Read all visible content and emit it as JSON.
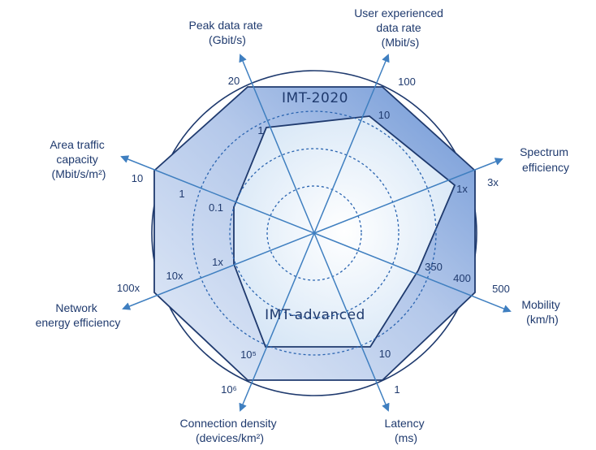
{
  "zones": {
    "outer_label": "IMT-2020",
    "inner_label": "IMT-advanced"
  },
  "axes": [
    {
      "id": "peak",
      "name_lines": [
        "Peak data rate",
        "(Gbit/s)"
      ],
      "outer_value": "20",
      "inner_value": "1"
    },
    {
      "id": "user",
      "name_lines": [
        "User experienced",
        "data rate",
        "(Mbit/s)"
      ],
      "outer_value": "100",
      "inner_value": "10"
    },
    {
      "id": "spectrum",
      "name_lines": [
        "Spectrum",
        "efficiency"
      ],
      "outer_value": "3x",
      "inner_value": "1x"
    },
    {
      "id": "mobility",
      "name_lines": [
        "Mobility",
        "(km/h)"
      ],
      "outer_value": "500",
      "mid_value": "400",
      "inner_value": "350"
    },
    {
      "id": "latency",
      "name_lines": [
        "Latency",
        "(ms)"
      ],
      "outer_value": "1",
      "inner_value": "10"
    },
    {
      "id": "connection",
      "name_lines": [
        "Connection density",
        "(devices/km²)"
      ],
      "outer_value": "10⁶",
      "inner_value": "10⁵"
    },
    {
      "id": "network",
      "name_lines": [
        "Network",
        "energy efficiency"
      ],
      "outer_value": "100x",
      "mid_value": "10x",
      "inner_value": "1x"
    },
    {
      "id": "area",
      "name_lines": [
        "Area traffic",
        "capacity",
        "(Mbit/s/m²)"
      ],
      "outer_value": "10",
      "mid_value": "1",
      "inner_value": "0.1"
    }
  ],
  "colors": {
    "ink": "#1f3a6e",
    "axis": "#3f7fc0",
    "outer_fill_dark": "#7fa3db",
    "outer_fill_light": "#e3ebf7",
    "inner_fill": "#eef5fc",
    "rings": "#2a64b0"
  }
}
